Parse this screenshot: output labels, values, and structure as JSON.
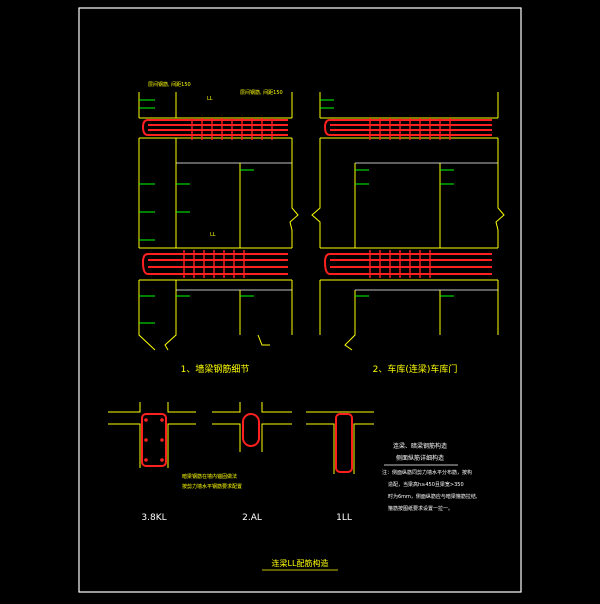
{
  "colors": {
    "background": "#000000",
    "frame": "#ffffff",
    "wall": "#ffff00",
    "rebar": "#ff2020",
    "marker": "#00ff00",
    "text": "#ffff00"
  },
  "detail1": {
    "caption": "1、墙梁钢筋细节"
  },
  "detail2": {
    "caption": "2、车库(连梁)车库门"
  },
  "sections": {
    "s1": "3.8KL",
    "s2": "2.AL",
    "s3": "1LL"
  },
  "labels": {
    "beam_ll_top": "LL",
    "beam_ll_mid": "LL",
    "note_top_left": "层间钢筋, 间距150",
    "note_top_right": "层间钢筋, 间距150"
  },
  "notes": {
    "title_line1": "连梁、暗梁钢筋构造",
    "title_line2": "侧面纵筋详细构造",
    "line1": "注：侧面纵筋同剪力墙水平分布筋，按构",
    "line2": "造配，当梁高h≥450且梁宽>350",
    "line3": "时为6mm，侧面纵筋应与暗梁箍筋拉结,",
    "line4": "箍筋按图纸要求设置一拉一。"
  },
  "section_note": {
    "line1": "暗梁钢筋在墙内锚固做法",
    "line2": "按剪力墙水平钢筋要求配置"
  },
  "bottom_title": "连梁LL配筋构造"
}
